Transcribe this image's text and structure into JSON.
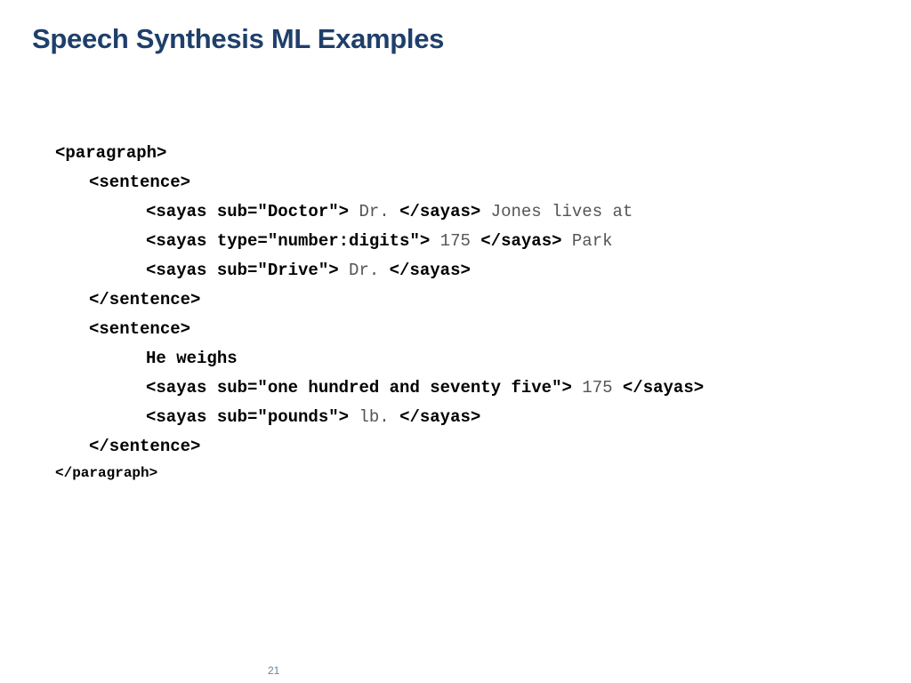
{
  "title": "Speech Synthesis ML Examples",
  "page_number": "21",
  "code": {
    "lines": [
      {
        "indent": 0,
        "small": false,
        "segments": [
          {
            "text": "<paragraph>",
            "style": "tag"
          }
        ]
      },
      {
        "indent": 1,
        "small": false,
        "segments": [
          {
            "text": "<sentence>",
            "style": "tag"
          }
        ]
      },
      {
        "indent": 2,
        "small": false,
        "segments": [
          {
            "text": "<sayas sub=\"Doctor\">",
            "style": "tag"
          },
          {
            "text": " Dr. ",
            "style": "plain"
          },
          {
            "text": "</sayas>",
            "style": "tag"
          },
          {
            "text": " Jones lives at",
            "style": "plain"
          }
        ]
      },
      {
        "indent": 2,
        "small": false,
        "segments": [
          {
            "text": "<sayas type=\"number:digits\">",
            "style": "tag"
          },
          {
            "text": " 175 ",
            "style": "plain"
          },
          {
            "text": "</sayas>",
            "style": "tag"
          },
          {
            "text": " Park",
            "style": "plain"
          }
        ]
      },
      {
        "indent": 2,
        "small": false,
        "segments": [
          {
            "text": "<sayas sub=\"Drive\">",
            "style": "tag"
          },
          {
            "text": " Dr. ",
            "style": "plain"
          },
          {
            "text": "</sayas>",
            "style": "tag"
          }
        ]
      },
      {
        "indent": 1,
        "small": false,
        "segments": [
          {
            "text": "</sentence>",
            "style": "tag"
          }
        ]
      },
      {
        "indent": 1,
        "small": false,
        "segments": [
          {
            "text": "<sentence>",
            "style": "tag"
          }
        ]
      },
      {
        "indent": 2,
        "small": false,
        "segments": [
          {
            "text": "He weighs",
            "style": "tag"
          }
        ]
      },
      {
        "indent": 2,
        "small": false,
        "segments": [
          {
            "text": "<sayas sub=\"one hundred and seventy five\">",
            "style": "tag"
          },
          {
            "text": " 175 ",
            "style": "plain"
          },
          {
            "text": "</sayas>",
            "style": "tag"
          }
        ]
      },
      {
        "indent": 2,
        "small": false,
        "segments": [
          {
            "text": "<sayas sub=\"pounds\">",
            "style": "tag"
          },
          {
            "text": " lb. ",
            "style": "plain"
          },
          {
            "text": "</sayas>",
            "style": "tag"
          }
        ]
      },
      {
        "indent": 1,
        "small": false,
        "segments": [
          {
            "text": "</sentence>",
            "style": "tag"
          }
        ]
      },
      {
        "indent": 0,
        "small": true,
        "segments": [
          {
            "text": "</paragraph>",
            "style": "tag"
          }
        ]
      }
    ]
  }
}
